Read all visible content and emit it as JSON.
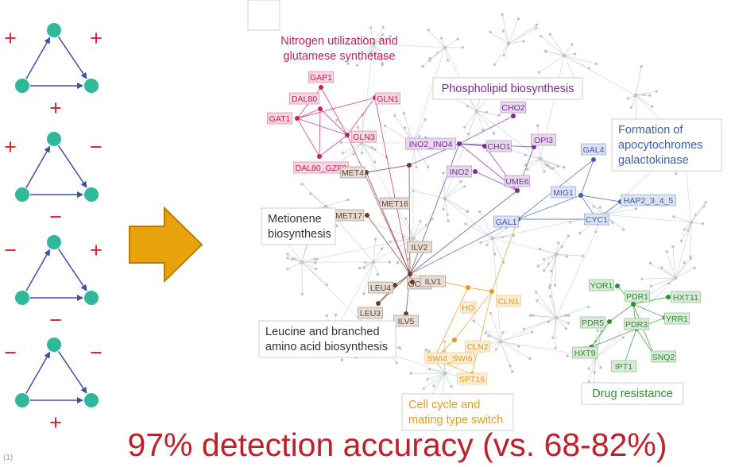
{
  "triads": [
    {
      "left_sign": "+",
      "right_sign": "+",
      "bottom_sign": "+"
    },
    {
      "left_sign": "+",
      "right_sign": "−",
      "bottom_sign": "−"
    },
    {
      "left_sign": "−",
      "right_sign": "+",
      "bottom_sign": "−"
    },
    {
      "left_sign": "−",
      "right_sign": "−",
      "bottom_sign": "+"
    }
  ],
  "modules": [
    {
      "id": "nitrogen",
      "lines": [
        "Nitrogen utilization and",
        "glutamese synthetase"
      ],
      "color": "#c8205a"
    },
    {
      "id": "phospholipid",
      "lines": [
        "Phospholipid biosynthesis"
      ],
      "color": "#7a2c94"
    },
    {
      "id": "apocytochromes",
      "lines": [
        "Formation of",
        "apocytochromes",
        "galactokinase"
      ],
      "color": "#3d5fb0"
    },
    {
      "id": "metionene",
      "lines": [
        "Metionene",
        "biosynthesis"
      ],
      "color": "#333333"
    },
    {
      "id": "leucine",
      "lines": [
        "Leucine and branched",
        "amino acid biosynthesis"
      ],
      "color": "#333333"
    },
    {
      "id": "cellcycle",
      "lines": [
        "Cell cycle and",
        "mating type switch"
      ],
      "color": "#e89a1a"
    },
    {
      "id": "drug",
      "lines": [
        "Drug resistance"
      ],
      "color": "#2e8b30"
    }
  ],
  "gene_colors": {
    "nitrogen": "#c8205a",
    "phospholipid": "#7a2c94",
    "galactose": "#3d5fb0",
    "amino": "#6b3d22",
    "cellcycle": "#e89a1a",
    "drug": "#2e8b30"
  },
  "genes": [
    {
      "name": "GAP1",
      "group": "nitrogen"
    },
    {
      "name": "DAL80",
      "group": "nitrogen"
    },
    {
      "name": "GLN1",
      "group": "nitrogen"
    },
    {
      "name": "GAT1",
      "group": "nitrogen"
    },
    {
      "name": "GLN3",
      "group": "nitrogen"
    },
    {
      "name": "DAL80_GZF3",
      "group": "nitrogen"
    },
    {
      "name": "CHO2",
      "group": "phospholipid"
    },
    {
      "name": "INO2_INO4",
      "group": "phospholipid"
    },
    {
      "name": "CHO1",
      "group": "phospholipid"
    },
    {
      "name": "OPI3",
      "group": "phospholipid"
    },
    {
      "name": "INO2",
      "group": "phospholipid"
    },
    {
      "name": "UME6",
      "group": "phospholipid"
    },
    {
      "name": "GAL4",
      "group": "galactose"
    },
    {
      "name": "MIG1",
      "group": "galactose"
    },
    {
      "name": "HAP2_3_4_5",
      "group": "galactose"
    },
    {
      "name": "GAL1",
      "group": "galactose"
    },
    {
      "name": "CYC1",
      "group": "galactose"
    },
    {
      "name": "MET4",
      "group": "amino"
    },
    {
      "name": "MET16",
      "group": "amino"
    },
    {
      "name": "MET17",
      "group": "amino"
    },
    {
      "name": "ILV2",
      "group": "amino"
    },
    {
      "name": "LEU4",
      "group": "amino"
    },
    {
      "name": "GCN4",
      "group": "amino"
    },
    {
      "name": "ILV1",
      "group": "amino"
    },
    {
      "name": "LEU3",
      "group": "amino"
    },
    {
      "name": "ILV5",
      "group": "amino"
    },
    {
      "name": "HO",
      "group": "cellcycle"
    },
    {
      "name": "CLN1",
      "group": "cellcycle"
    },
    {
      "name": "CLN2",
      "group": "cellcycle"
    },
    {
      "name": "SWI4_SWI6",
      "group": "cellcycle"
    },
    {
      "name": "SPT16",
      "group": "cellcycle"
    },
    {
      "name": "YOR1",
      "group": "drug"
    },
    {
      "name": "PDR1",
      "group": "drug"
    },
    {
      "name": "HXT11",
      "group": "drug"
    },
    {
      "name": "PDR5",
      "group": "drug"
    },
    {
      "name": "PDR3",
      "group": "drug"
    },
    {
      "name": "YRR1",
      "group": "drug"
    },
    {
      "name": "HXT9",
      "group": "drug"
    },
    {
      "name": "SNQ2",
      "group": "drug"
    },
    {
      "name": "IPT1",
      "group": "drug"
    }
  ],
  "caption": "97% detection accuracy (vs. 68-82%)",
  "footnote": "(1)",
  "colors": {
    "triad_node": "#2fb89a",
    "triad_edge": "#3b4fa8",
    "sign": "#d8232a",
    "arrow_fill": "#e8a20c",
    "arrow_stroke": "#b97c00",
    "network_edge": "#c9d3d6",
    "network_node": "#b9c5c8",
    "caption": "#c0202a"
  }
}
